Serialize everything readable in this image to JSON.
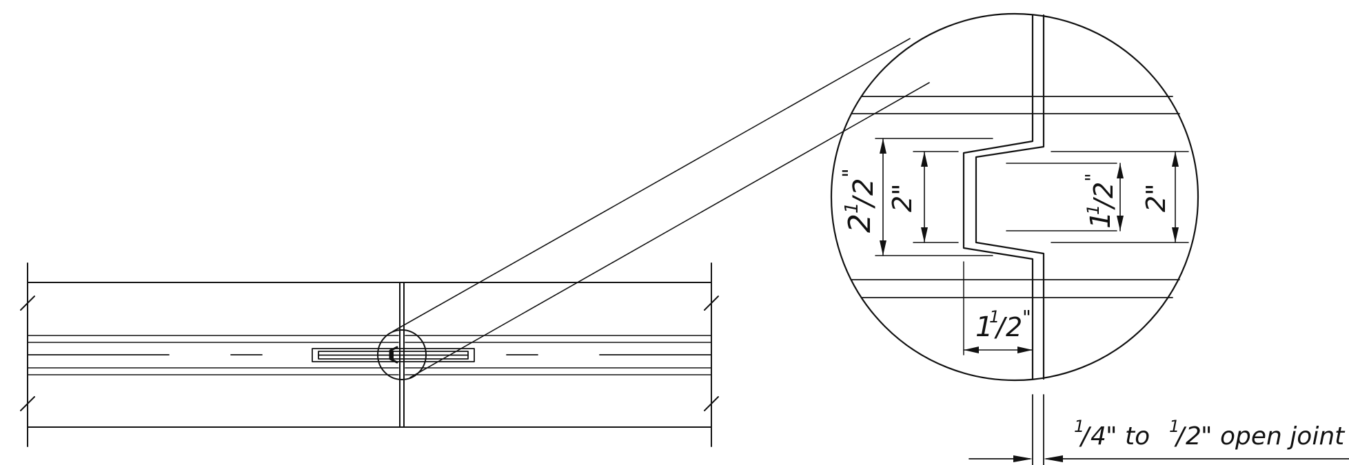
{
  "drawing": {
    "labels": {
      "dim_2_5": {
        "whole": "2",
        "num": "1",
        "den": "2",
        "unit": "\""
      },
      "dim_2_left": {
        "text": "2\""
      },
      "dim_1_5_right": {
        "whole": "1",
        "num": "1",
        "den": "2",
        "unit": "\""
      },
      "dim_2_right": {
        "text": "2\""
      },
      "dim_1_5_bottom": {
        "whole": "1",
        "num": "1",
        "den": "2",
        "unit": "\""
      },
      "joint_note": {
        "num1": "1",
        "den1": "4",
        "mid": "\" to ",
        "num2": "1",
        "den2": "2",
        "tail": "\" open joint"
      }
    },
    "colors": {
      "ink": "#111111",
      "paper": "#ffffff"
    }
  }
}
